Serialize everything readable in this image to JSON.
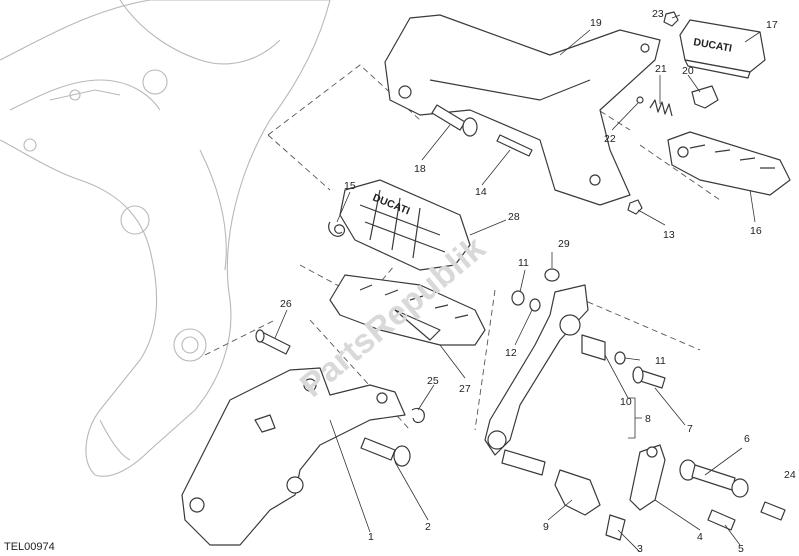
{
  "reference_code": "TEL00974",
  "watermark_text": "PartsRepublik",
  "brand_mark": "DUCATI",
  "callouts": [
    "1",
    "2",
    "3",
    "4",
    "5",
    "6",
    "7",
    "8",
    "9",
    "10",
    "11",
    "11",
    "12",
    "13",
    "14",
    "15",
    "16",
    "17",
    "18",
    "19",
    "20",
    "21",
    "22",
    "23",
    "24",
    "25",
    "26",
    "27",
    "28",
    "29"
  ]
}
